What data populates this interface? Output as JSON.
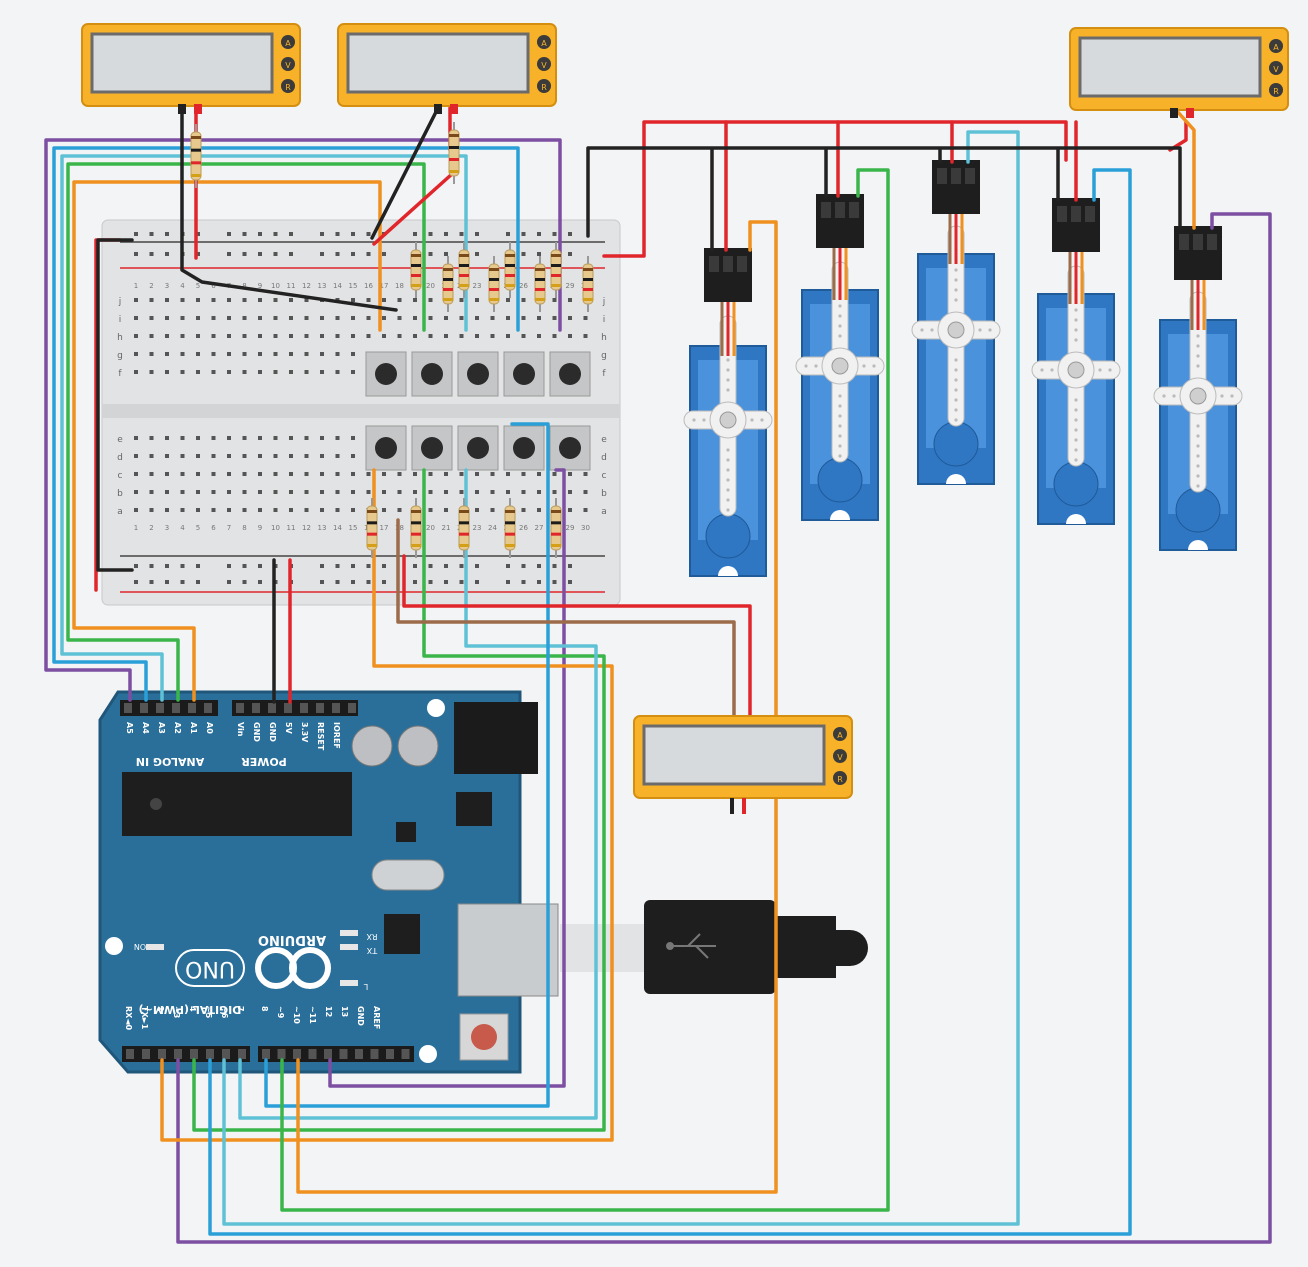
{
  "colors": {
    "background": "#f3f4f6",
    "board_blue": "#2a6f9a",
    "board_dark": "#1f5679",
    "breadboard": "#e4e5e6",
    "meter_body": "#f7b229",
    "meter_screen": "#d6dadd",
    "servo_blue": "#2f77c3",
    "wire_red": "#e0262b",
    "wire_black": "#222222",
    "wire_orange": "#f0901e",
    "wire_green": "#3ab54a",
    "wire_cyan": "#5fc1d6",
    "wire_blue": "#2a9fd8",
    "wire_purple": "#7c4fa3",
    "wire_brown": "#9b6b4a"
  },
  "multimeter": {
    "buttons": [
      "A",
      "V",
      "R"
    ]
  },
  "arduino": {
    "logo_text": "ARDUINO",
    "model_text": "UNO",
    "analog_header": "ANALOG IN",
    "power_header": "POWER",
    "digital_header": "DIGITAL (PWM~)",
    "analog_pins": [
      "A5",
      "A4",
      "A3",
      "A2",
      "A1",
      "A0"
    ],
    "power_pins": [
      "Vin",
      "GND",
      "GND",
      "5V",
      "3.3V",
      "RESET",
      "IOREF"
    ],
    "digital_pins_low": [
      "RX◄0",
      "TX►1",
      "2",
      "~3",
      "4",
      "~5",
      "~6",
      "7"
    ],
    "digital_pins_high": [
      "8",
      "~9",
      "~10",
      "~11",
      "12",
      "13",
      "GND",
      "AREF"
    ],
    "on_label": "ON",
    "rx_label": "RX",
    "tx_label": "TX",
    "l_label": "L"
  },
  "breadboard": {
    "row_letters_top": [
      "j",
      "i",
      "h",
      "g",
      "f"
    ],
    "row_letters_bottom": [
      "e",
      "d",
      "c",
      "b",
      "a"
    ],
    "column_numbers": [
      "1",
      "2",
      "3",
      "4",
      "5",
      "6",
      "7",
      "8",
      "9",
      "10",
      "11",
      "12",
      "13",
      "14",
      "15",
      "16",
      "17",
      "18",
      "19",
      "20",
      "21",
      "22",
      "23",
      "24",
      "25",
      "26",
      "27",
      "28",
      "29",
      "30"
    ]
  }
}
